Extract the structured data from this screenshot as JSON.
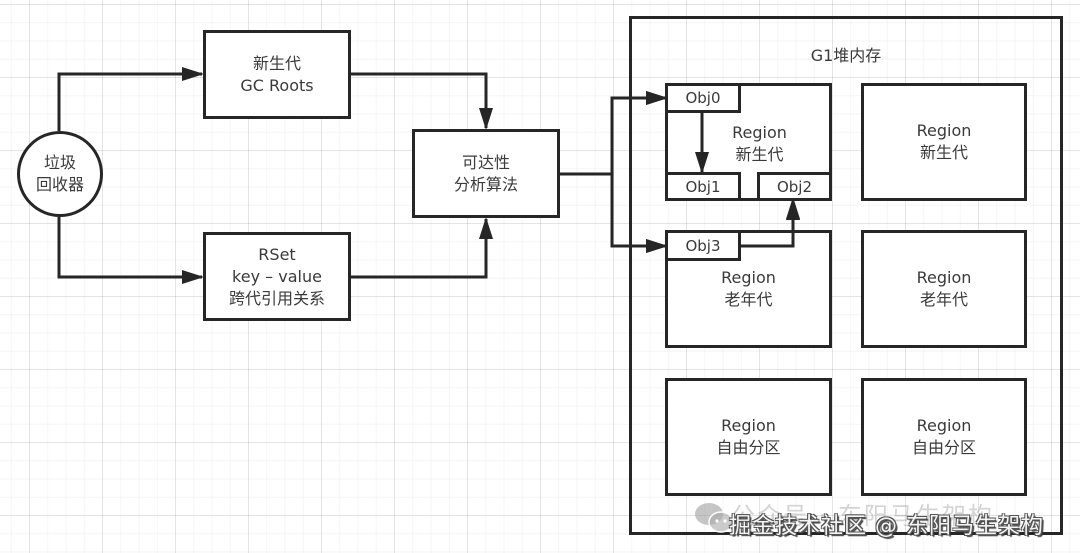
{
  "diagram": {
    "title": "G1 reachability analysis with RSet",
    "nodes": {
      "collector": {
        "lines": [
          "垃圾",
          "回收器"
        ]
      },
      "gc_roots": {
        "lines": [
          "新生代",
          "GC Roots"
        ]
      },
      "rset": {
        "lines": [
          "RSet",
          "key – value",
          "跨代引用关系"
        ]
      },
      "reachability": {
        "lines": [
          "可达性",
          "分析算法"
        ]
      },
      "heap": {
        "title": "G1堆内存"
      }
    },
    "regions": [
      {
        "id": "r1",
        "lines": [
          "Region",
          "新生代"
        ],
        "objects": [
          "Obj0",
          "Obj1",
          "Obj2"
        ]
      },
      {
        "id": "r2",
        "lines": [
          "Region",
          "新生代"
        ],
        "objects": []
      },
      {
        "id": "r3",
        "lines": [
          "Region",
          "老年代"
        ],
        "objects": [
          "Obj3"
        ]
      },
      {
        "id": "r4",
        "lines": [
          "Region",
          "老年代"
        ],
        "objects": []
      },
      {
        "id": "r5",
        "lines": [
          "Region",
          "自由分区"
        ],
        "objects": []
      },
      {
        "id": "r6",
        "lines": [
          "Region",
          "自由分区"
        ],
        "objects": []
      }
    ],
    "edges": [
      {
        "from": "垃圾回收器",
        "to": "新生代 GC Roots"
      },
      {
        "from": "垃圾回收器",
        "to": "RSet"
      },
      {
        "from": "新生代 GC Roots",
        "to": "可达性分析算法"
      },
      {
        "from": "RSet",
        "to": "可达性分析算法"
      },
      {
        "from": "可达性分析算法",
        "to": "Obj0"
      },
      {
        "from": "可达性分析算法",
        "to": "Obj3"
      },
      {
        "from": "Obj0",
        "to": "Obj1"
      },
      {
        "from": "Obj3",
        "to": "Obj2"
      }
    ],
    "colors": {
      "stroke": "#262626",
      "text": "#3a3a3a",
      "background": "#ffffff"
    }
  },
  "watermark": {
    "back_text": "公众号 · 东阳马生架构",
    "front_text": "掘金技术社区 @ 东阳马生架构"
  }
}
